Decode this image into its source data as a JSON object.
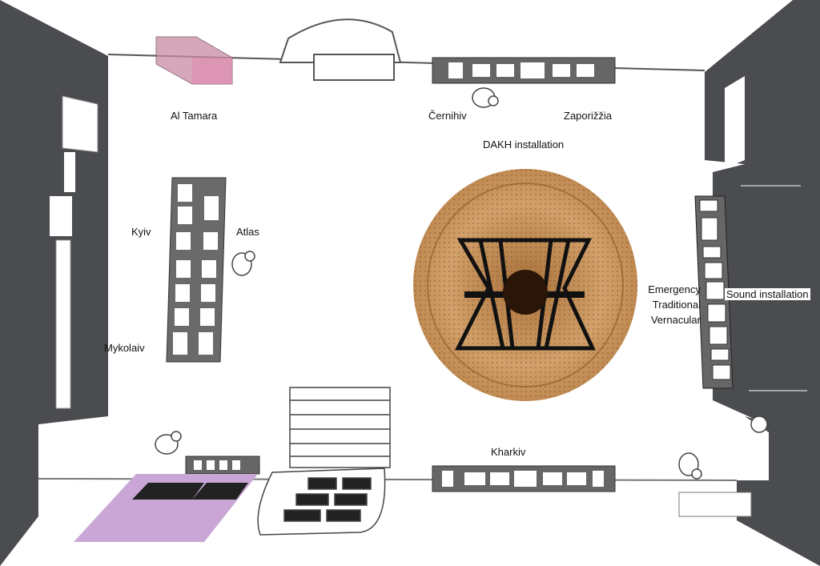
{
  "labels": {
    "al_tamara": "Al Tamara",
    "chernihiv": "Černihiv",
    "zaporizzia": "Zaporižžia",
    "dakh": "DAKH installation",
    "kyiv": "Kyiv",
    "atlas": "Atlas",
    "mykolaiv": "Mykolaiv",
    "emergency": "Emergency",
    "traditional": "Traditional",
    "vernacular": "Vernacular",
    "sound": "Sound installation",
    "kharkiv": "Kharkiv"
  },
  "colors": {
    "wall": "#4b4c4f",
    "pink_box": "#c98aa4",
    "mat": "#c9a6d6",
    "dakh_wood": "#c9965f"
  }
}
